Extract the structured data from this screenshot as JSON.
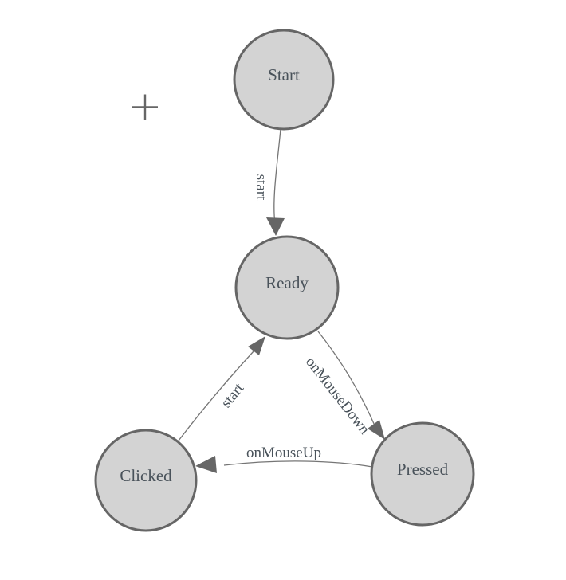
{
  "diagram": {
    "type": "state-machine",
    "nodes": [
      {
        "id": "start",
        "label": "Start"
      },
      {
        "id": "ready",
        "label": "Ready"
      },
      {
        "id": "clicked",
        "label": "Clicked"
      },
      {
        "id": "pressed",
        "label": "Pressed"
      }
    ],
    "edges": [
      {
        "from": "start",
        "to": "ready",
        "label": "start"
      },
      {
        "from": "clicked",
        "to": "ready",
        "label": "start"
      },
      {
        "from": "ready",
        "to": "pressed",
        "label": "onMouseDown"
      },
      {
        "from": "pressed",
        "to": "clicked",
        "label": "onMouseUp"
      }
    ],
    "icons": [
      {
        "name": "crosshair-cursor-icon"
      }
    ]
  },
  "colors": {
    "canvas_bg": "#ffffff",
    "node_fill": "#d3d3d3",
    "node_stroke": "#666666",
    "edge_color": "#757575",
    "arrow_color": "#666666",
    "label_color": "#49525a",
    "crosshair_color": "#666666"
  }
}
